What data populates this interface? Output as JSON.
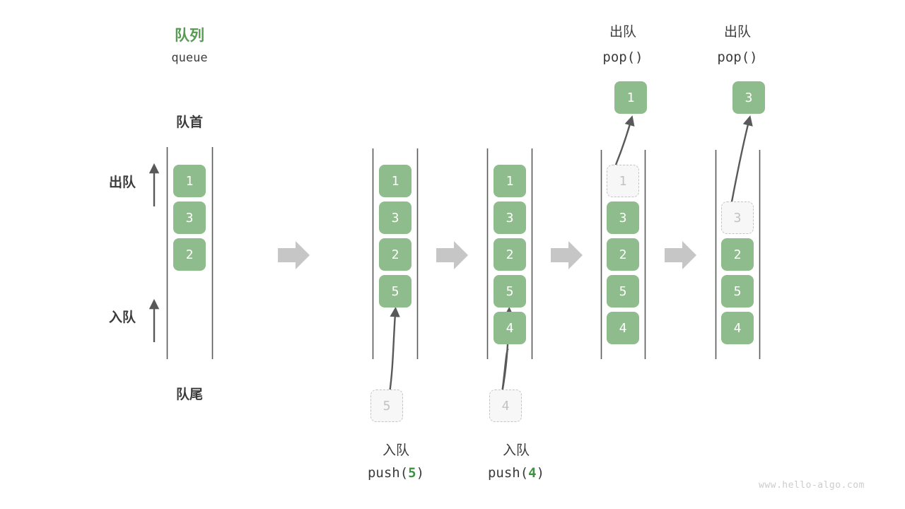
{
  "diagram": {
    "title_cn": "队列",
    "title_en": "queue",
    "front_label": "队首",
    "rear_label": "队尾",
    "dequeue_label": "出队",
    "enqueue_label": "入队",
    "watermark": "www.hello-algo.com",
    "accent_green": "#8fbc8c",
    "title_green": "#579a53",
    "arg_green": "#3f9142",
    "ghost_gray": "#c2c2c2",
    "rail_gray": "#595959",
    "step_arrow_gray": "#c6c6c6"
  },
  "columns": [
    {
      "id": "initial",
      "header_cn": "",
      "header_code": "",
      "cells": [
        "1",
        "3",
        "2"
      ],
      "cell_states": [
        "filled",
        "filled",
        "filled"
      ],
      "footer_cn": "",
      "footer_code": "",
      "footer_arg": "",
      "incoming_value": "",
      "outgoing_value": ""
    },
    {
      "id": "push-5",
      "header_cn": "",
      "header_code": "",
      "cells": [
        "1",
        "3",
        "2",
        "5"
      ],
      "cell_states": [
        "filled",
        "filled",
        "filled",
        "filled"
      ],
      "footer_cn": "入队",
      "footer_code_prefix": "push(",
      "footer_arg": "5",
      "footer_code_suffix": ")",
      "incoming_value": "5",
      "outgoing_value": ""
    },
    {
      "id": "push-4",
      "header_cn": "",
      "header_code": "",
      "cells": [
        "1",
        "3",
        "2",
        "5",
        "4"
      ],
      "cell_states": [
        "filled",
        "filled",
        "filled",
        "filled",
        "filled"
      ],
      "footer_cn": "入队",
      "footer_code_prefix": "push(",
      "footer_arg": "4",
      "footer_code_suffix": ")",
      "incoming_value": "4",
      "outgoing_value": ""
    },
    {
      "id": "pop-1",
      "header_cn": "出队",
      "header_code": "pop()",
      "cells": [
        "1",
        "3",
        "2",
        "5",
        "4"
      ],
      "cell_states": [
        "ghost",
        "filled",
        "filled",
        "filled",
        "filled"
      ],
      "footer_cn": "",
      "footer_code": "",
      "footer_arg": "",
      "incoming_value": "",
      "outgoing_value": "1"
    },
    {
      "id": "pop-3",
      "header_cn": "出队",
      "header_code": "pop()",
      "cells": [
        "",
        "3",
        "2",
        "5",
        "4"
      ],
      "cell_states": [
        "empty",
        "ghost",
        "filled",
        "filled",
        "filled"
      ],
      "footer_cn": "",
      "footer_code": "",
      "footer_arg": "",
      "incoming_value": "",
      "outgoing_value": "3"
    }
  ],
  "step_arrows": [
    {
      "name": "step-arrow-1"
    },
    {
      "name": "step-arrow-2"
    },
    {
      "name": "step-arrow-3"
    },
    {
      "name": "step-arrow-4"
    }
  ]
}
